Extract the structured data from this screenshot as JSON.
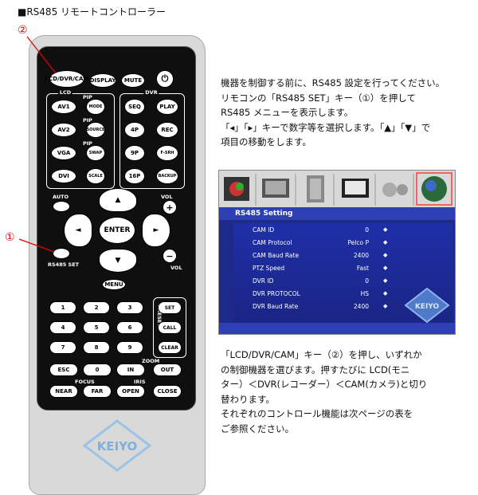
{
  "heading": "■RS485 リモートコントローラー",
  "callouts": {
    "one": "①",
    "two": "②"
  },
  "remote": {
    "top_buttons": [
      {
        "id": "lcd",
        "label": "LCD/DVR/CAM"
      },
      {
        "id": "display",
        "label": "DISPLAY"
      },
      {
        "id": "mute",
        "label": "MUTE"
      },
      {
        "id": "power",
        "label": "⏻"
      }
    ],
    "group_labels": {
      "lcd": "LCD",
      "pip1": "PIP",
      "pip2": "PIP",
      "pip3": "PIP",
      "dvr": "DVR",
      "auto": "AUTO",
      "vol_up": "VOL",
      "vol_down": "VOL",
      "rs485": "RS485 SET",
      "zoom": "ZOOM",
      "focus": "FOCUS",
      "iris": "IRIS",
      "preset": "PRESET"
    },
    "lcd_rows": [
      {
        "a": "AV1",
        "b": "MODE"
      },
      {
        "a": "AV2",
        "b": "SOURCE"
      },
      {
        "a": "VGA",
        "b": "SWAP"
      },
      {
        "a": "DVI",
        "b": "SCALE"
      }
    ],
    "dvr_rows": [
      {
        "a": "SEQ",
        "b": "PLAY"
      },
      {
        "a": "4P",
        "b": "REC"
      },
      {
        "a": "9P",
        "b": "F-SRH"
      },
      {
        "a": "16P",
        "b": "BACKUP"
      }
    ],
    "nav": {
      "up": "▲",
      "down": "▼",
      "left": "◄",
      "right": "►",
      "enter": "ENTER",
      "plus": "+",
      "minus": "−"
    },
    "menu": "MENU",
    "numbers": [
      "1",
      "2",
      "3",
      "4",
      "5",
      "6",
      "7",
      "8",
      "9"
    ],
    "preset_buttons": [
      "SET",
      "CALL",
      "CLEAR"
    ],
    "bottom_row1": [
      "ESC",
      "0",
      "IN",
      "OUT"
    ],
    "bottom_row2": [
      "NEAR",
      "FAR",
      "OPEN",
      "CLOSE"
    ],
    "logo": "KEIYO"
  },
  "paragraph_top": [
    "機器を制御する前に、RS485 設定を行ってください。",
    "リモコンの「RS485 SET」キー（①）を押して",
    "RS485 メニューを表示します。",
    "「◂」「▸」キーで数字等を選択します。「▲」「▼」で",
    "項目の移動をします。"
  ],
  "screen": {
    "title": "RS485 Setting",
    "rows": [
      {
        "k": "CAM ID",
        "v": "0"
      },
      {
        "k": "CAM Protocol",
        "v": "Pelco P"
      },
      {
        "k": "CAM Baud Rate",
        "v": "2400"
      },
      {
        "k": "PTZ Speed",
        "v": "Fast"
      },
      {
        "k": "DVR ID",
        "v": "0"
      },
      {
        "k": "DVR PROTOCOL",
        "v": "HS"
      },
      {
        "k": "DVR Baud Rate",
        "v": "2400"
      }
    ],
    "bullet": "◆",
    "logo": "KEIYO"
  },
  "paragraph_bottom": [
    "「LCD/DVR/CAM」キー（②）を押し、いずれか",
    "の制御機器を選びます。押すたびに LCD(モニ",
    "ター）＜DVR(レコーダー）＜CAM(カメラ)と切り",
    "替わります。",
    "それぞれのコントロール機能は次ページの表を",
    "ご参照ください。"
  ]
}
